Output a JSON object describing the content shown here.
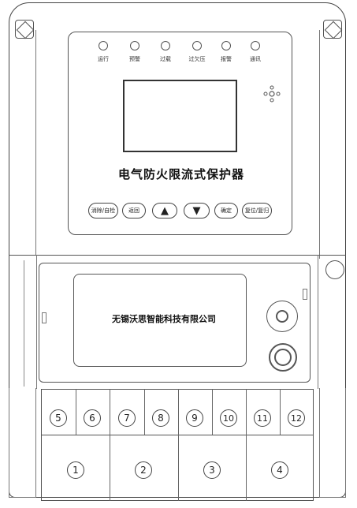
{
  "indicators": [
    {
      "label": "运行"
    },
    {
      "label": "预警"
    },
    {
      "label": "过载"
    },
    {
      "label": "过欠压"
    },
    {
      "label": "报警"
    },
    {
      "label": "通讯"
    }
  ],
  "device_title": "电气防火限流式保护器",
  "keys": {
    "reset_mute": "消除/自检",
    "back": "返回",
    "up": "▲",
    "down": "▼",
    "confirm": "确定",
    "reset": "复位/复归"
  },
  "company_name": "无锡沃思智能科技有限公司",
  "upper_terminals": [
    "5",
    "6",
    "7",
    "8",
    "9",
    "10",
    "11",
    "12"
  ],
  "lower_terminals": [
    "1",
    "2",
    "3",
    "4"
  ]
}
